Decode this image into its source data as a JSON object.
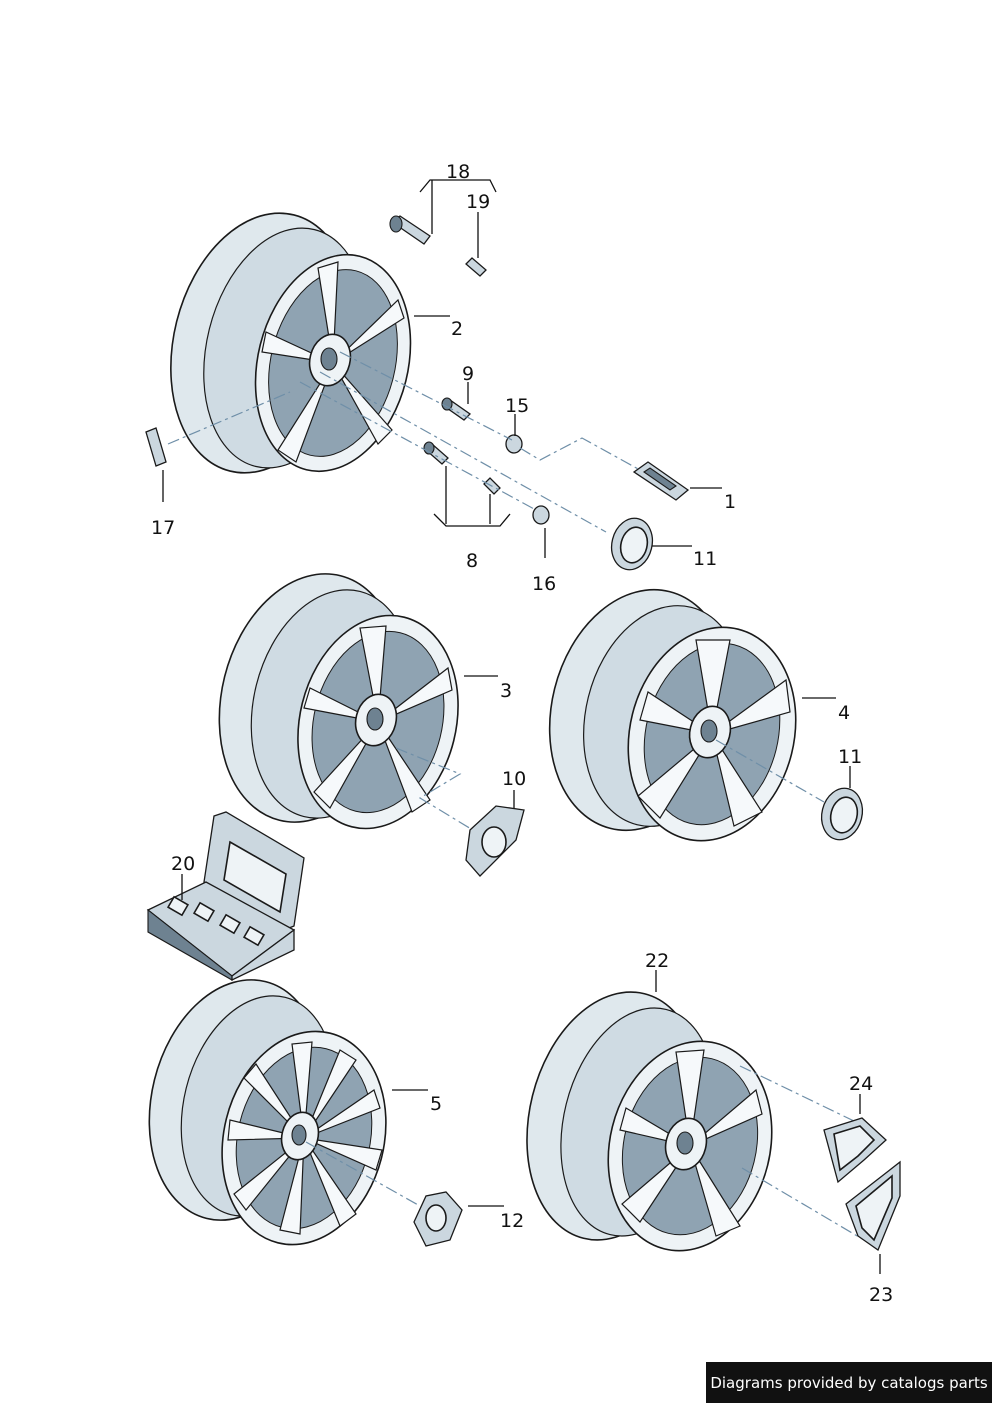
{
  "diagram": {
    "callouts": {
      "c1": "1",
      "c2": "2",
      "c3": "3",
      "c4": "4",
      "c5": "5",
      "c8": "8",
      "c9": "9",
      "c10": "10",
      "c11a": "11",
      "c11b": "11",
      "c12": "12",
      "c15": "15",
      "c16": "16",
      "c17": "17",
      "c18": "18",
      "c19": "19",
      "c20": "20",
      "c22": "22",
      "c23": "23",
      "c24": "24"
    }
  },
  "footer": {
    "credit": "Diagrams provided by catalogs parts"
  }
}
